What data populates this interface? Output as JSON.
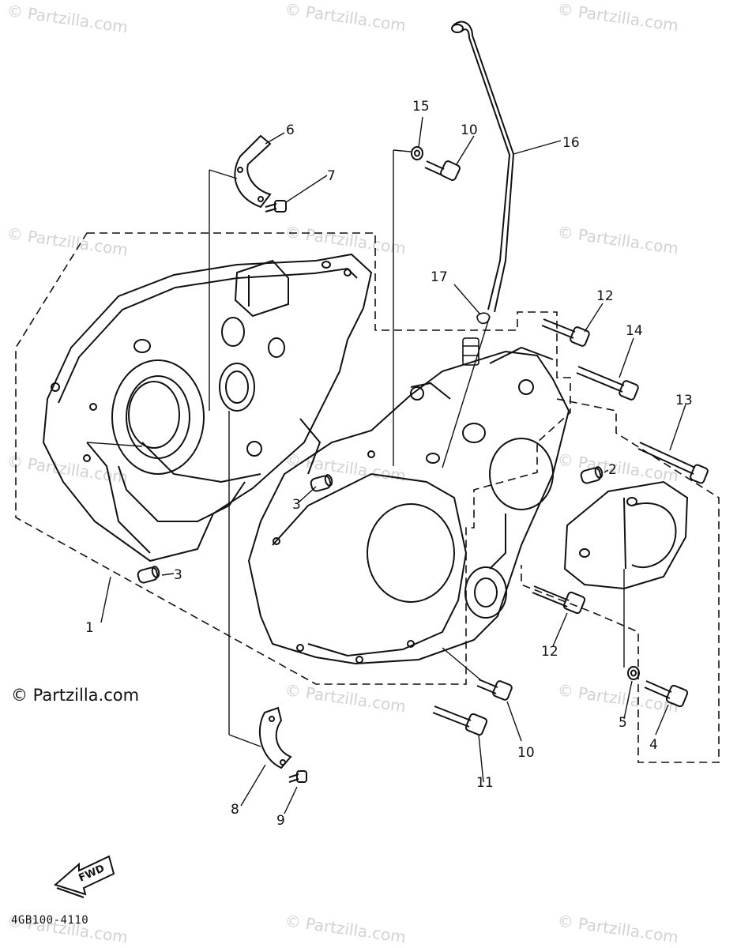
{
  "callouts": {
    "n1": "1",
    "n2": "2",
    "n3a": "3",
    "n3b": "3",
    "n4": "4",
    "n5": "5",
    "n6": "6",
    "n7": "7",
    "n8": "8",
    "n9": "9",
    "n10a": "10",
    "n10b": "10",
    "n11": "11",
    "n12a": "12",
    "n12b": "12",
    "n13": "13",
    "n14": "14",
    "n15": "15",
    "n16": "16",
    "n17": "17"
  },
  "fwd_label": "FWD",
  "copyright": "© Partzilla.com",
  "watermark": "© Partzilla.com",
  "diagram_code": "4GB100-4110"
}
